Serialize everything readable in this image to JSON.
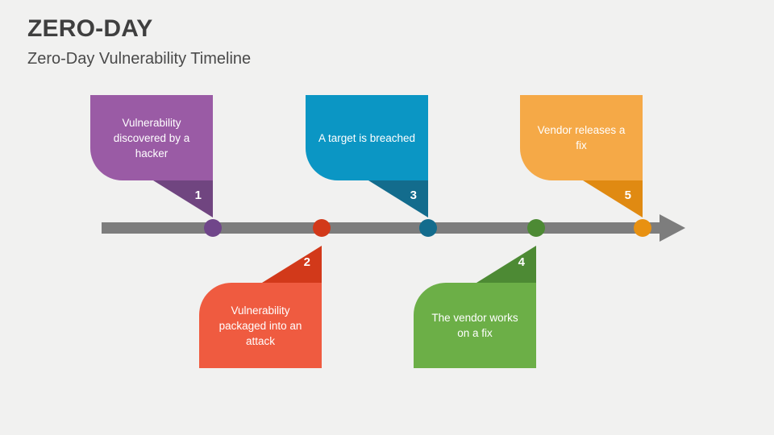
{
  "header": {
    "title": "ZERO-DAY",
    "subtitle": "Zero-Day Vulnerability Timeline"
  },
  "colors": {
    "background": "#f1f1f0",
    "title_text": "#3f3f3f",
    "subtitle_text": "#4a4a4a",
    "timeline_bar": "#7d7d7d",
    "label_text": "#ffffff"
  },
  "timeline": {
    "steps": [
      {
        "number": "1",
        "label": "Vulnerability discovered by a hacker",
        "position": "above",
        "body_color": "#9a5ba5",
        "tail_color": "#704580",
        "dot_color": "#70468a"
      },
      {
        "number": "2",
        "label": "Vulnerability packaged into an attack",
        "position": "below",
        "body_color": "#ef5b40",
        "tail_color": "#d2391a",
        "dot_color": "#d2391a"
      },
      {
        "number": "3",
        "label": "A target is breached",
        "position": "above",
        "body_color": "#0b96c4",
        "tail_color": "#136c8d",
        "dot_color": "#136c8d"
      },
      {
        "number": "4",
        "label": "The vendor works on a fix",
        "position": "below",
        "body_color": "#6caf47",
        "tail_color": "#4d8a34",
        "dot_color": "#4d8a34"
      },
      {
        "number": "5",
        "label": "Vendor releases a fix",
        "position": "above",
        "body_color": "#f5a947",
        "tail_color": "#e08a12",
        "dot_color": "#e89111"
      }
    ]
  }
}
